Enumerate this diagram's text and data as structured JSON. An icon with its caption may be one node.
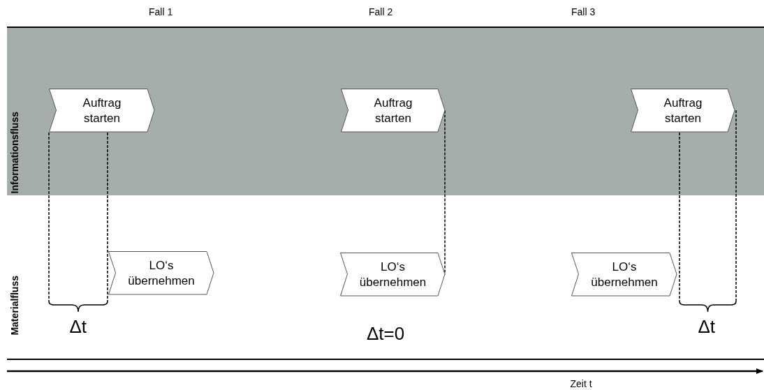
{
  "diagram": {
    "nodes": [
      {
        "text": [
          "Informationsfluss"
        ]
      },
      {
        "text": [
          "Auftrag starten"
        ],
        "in": 0
      },
      {
        "text": [
          "Auftrag starten"
        ],
        "in": 0
      },
      {
        "text": [
          "Auftrag starten"
        ],
        "in": 0
      },
      {
        "text": [
          "Materialfluss"
        ]
      },
      {
        "text": [
          "LO‘s übernehmen"
        ],
        "in": 4
      },
      {
        "text": [
          "LO‘s übernehmen"
        ],
        "in": 4
      },
      {
        "text": [
          "LO‘s übernehmen"
        ],
        "in": 4
      }
    ],
    "edges": [
      {
        "from": 2,
        "to": 6,
        "arrow": "none",
        "style": "dashed"
      }
    ],
    "labels": [
      "Fall 1",
      "Fall 2",
      "Fall 3",
      "Δt",
      "Δt=0",
      "Δt",
      "Zeit t"
    ]
  }
}
